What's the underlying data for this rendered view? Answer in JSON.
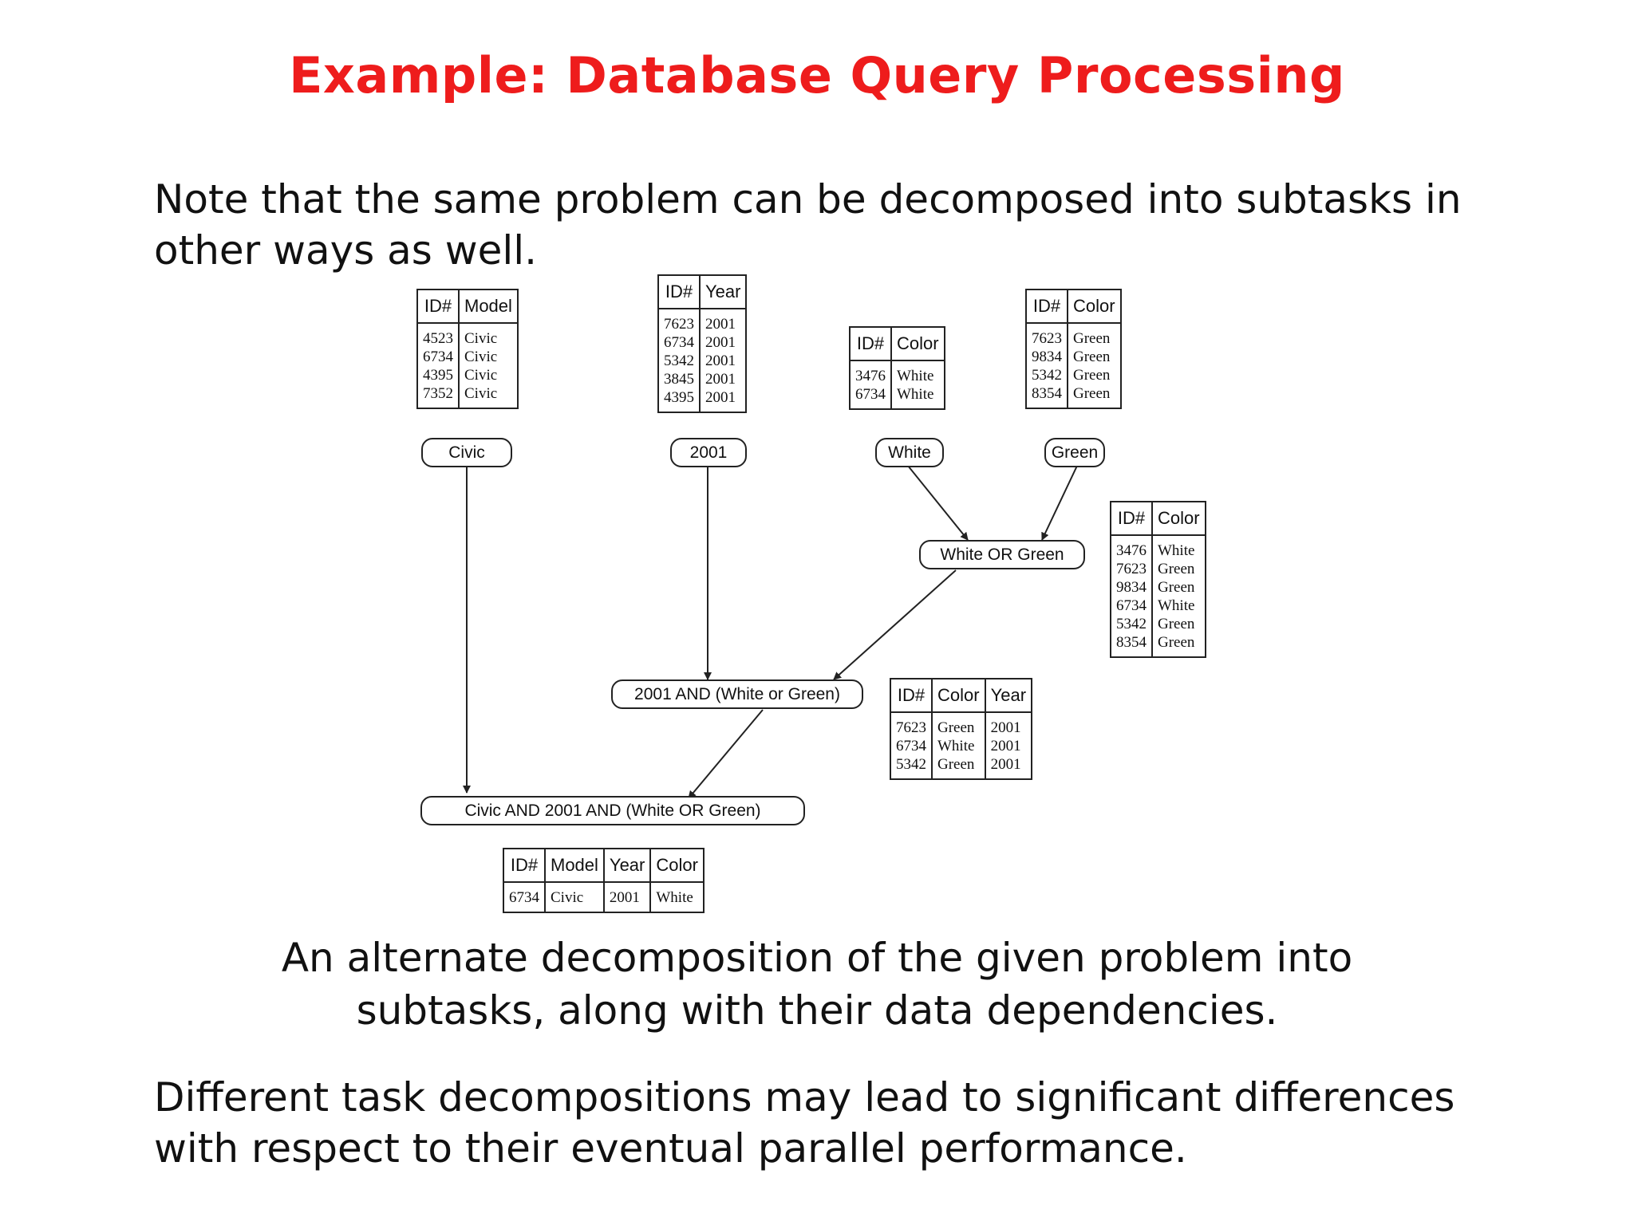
{
  "title": "Example: Database Query Processing",
  "intro": "Note that the same problem can be decomposed into subtasks in other ways as well.",
  "caption": {
    "line1": "An alternate decomposition of the given problem into",
    "line2": "subtasks, along with their data dependencies."
  },
  "conclusion": "Different task decompositions may lead to significant differences with respect to their eventual parallel performance.",
  "diagram": {
    "nodes": {
      "civic": "Civic",
      "year2001": "2001",
      "white": "White",
      "green": "Green",
      "white_or_green": "White OR Green",
      "year_and_color": "2001 AND (White or Green)",
      "final": "Civic AND 2001 AND (White OR Green)"
    },
    "tables": {
      "civic": {
        "headers": [
          "ID#",
          "Model"
        ],
        "rows": [
          [
            "4523",
            "Civic"
          ],
          [
            "6734",
            "Civic"
          ],
          [
            "4395",
            "Civic"
          ],
          [
            "7352",
            "Civic"
          ]
        ]
      },
      "year": {
        "headers": [
          "ID#",
          "Year"
        ],
        "rows": [
          [
            "7623",
            "2001"
          ],
          [
            "6734",
            "2001"
          ],
          [
            "5342",
            "2001"
          ],
          [
            "3845",
            "2001"
          ],
          [
            "4395",
            "2001"
          ]
        ]
      },
      "white": {
        "headers": [
          "ID#",
          "Color"
        ],
        "rows": [
          [
            "3476",
            "White"
          ],
          [
            "6734",
            "White"
          ]
        ]
      },
      "green": {
        "headers": [
          "ID#",
          "Color"
        ],
        "rows": [
          [
            "7623",
            "Green"
          ],
          [
            "9834",
            "Green"
          ],
          [
            "5342",
            "Green"
          ],
          [
            "8354",
            "Green"
          ]
        ]
      },
      "white_or_green": {
        "headers": [
          "ID#",
          "Color"
        ],
        "rows": [
          [
            "3476",
            "White"
          ],
          [
            "7623",
            "Green"
          ],
          [
            "9834",
            "Green"
          ],
          [
            "6734",
            "White"
          ],
          [
            "5342",
            "Green"
          ],
          [
            "8354",
            "Green"
          ]
        ]
      },
      "year_and_color": {
        "headers": [
          "ID#",
          "Color",
          "Year"
        ],
        "rows": [
          [
            "7623",
            "Green",
            "2001"
          ],
          [
            "6734",
            "White",
            "2001"
          ],
          [
            "5342",
            "Green",
            "2001"
          ]
        ]
      },
      "final": {
        "headers": [
          "ID#",
          "Model",
          "Year",
          "Color"
        ],
        "rows": [
          [
            "6734",
            "Civic",
            "2001",
            "White"
          ]
        ]
      }
    }
  }
}
